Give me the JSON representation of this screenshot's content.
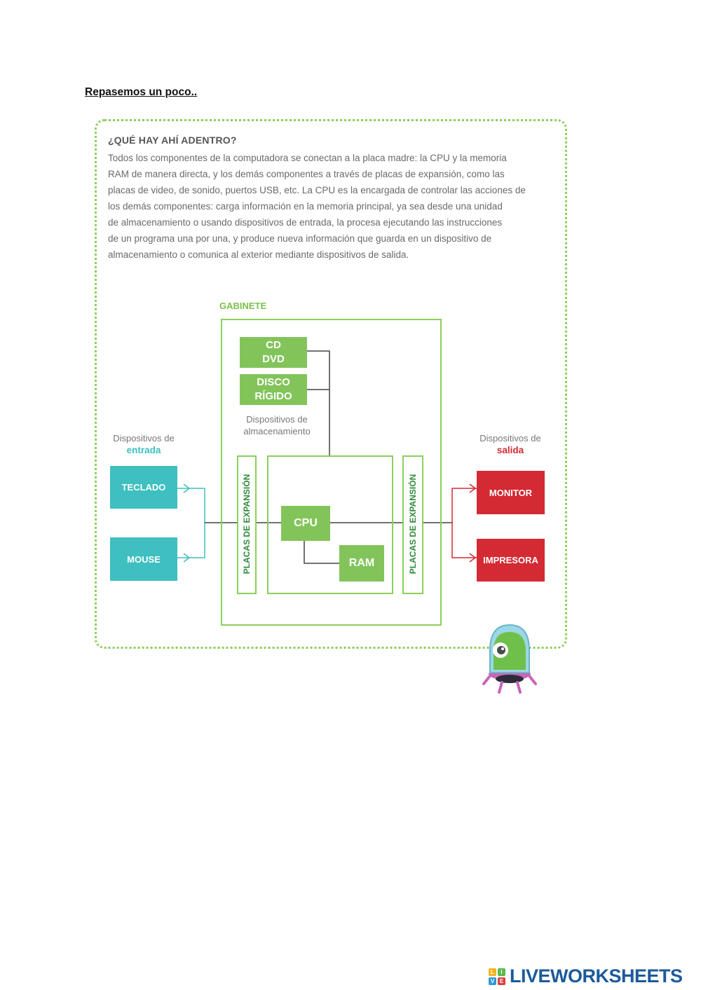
{
  "heading": "Repasemos un poco..",
  "panel": {
    "title": "¿QUÉ HAY AHÍ ADENTRO?",
    "lines": [
      "Todos los componentes de la computadora se conectan a la placa madre: la CPU y la memoria",
      "RAM de manera directa, y los demás componentes a través de placas de expansión, como las",
      "placas de video, de sonido, puertos USB, etc. La CPU es la encargada de controlar las acciones de",
      "los demás componentes: carga información en la memoria principal, ya sea desde una unidad",
      "de almacenamiento o usando dispositivos de entrada, la procesa ejecutando las instrucciones",
      "de un programa una por una, y produce nueva información que guarda en un dispositivo de",
      "almacenamiento o comunica al exterior mediante dispositivos de salida."
    ]
  },
  "diagram": {
    "gabinete": "GABINETE",
    "storage": {
      "cd_line1": "CD",
      "cd_line2": "DVD",
      "disco_line1": "DISCO",
      "disco_line2": "RÍGIDO",
      "label_line1": "Dispositivos de",
      "label_line2": "almacenamiento"
    },
    "input": {
      "label_line1": "Dispositivos de",
      "label_line2": "entrada",
      "teclado": "TECLADO",
      "mouse": "MOUSE"
    },
    "output": {
      "label_line1": "Dispositivos de",
      "label_line2": "salida",
      "monitor": "MONITOR",
      "impresora": "IMPRESORA"
    },
    "placas_left": "PLACAS DE EXPANSIÓN",
    "placas_right": "PLACAS DE EXPANSIÓN",
    "cpu": "CPU",
    "ram": "RAM"
  },
  "colors": {
    "green": "#82c45a",
    "teal": "#3fbfbf",
    "red": "#d42a33",
    "brand": "#1c5a9a"
  },
  "footer": {
    "logo_text": "LIVEWORKSHEETS",
    "logo_icon_letters": [
      "L",
      "I",
      "V",
      "E"
    ]
  }
}
